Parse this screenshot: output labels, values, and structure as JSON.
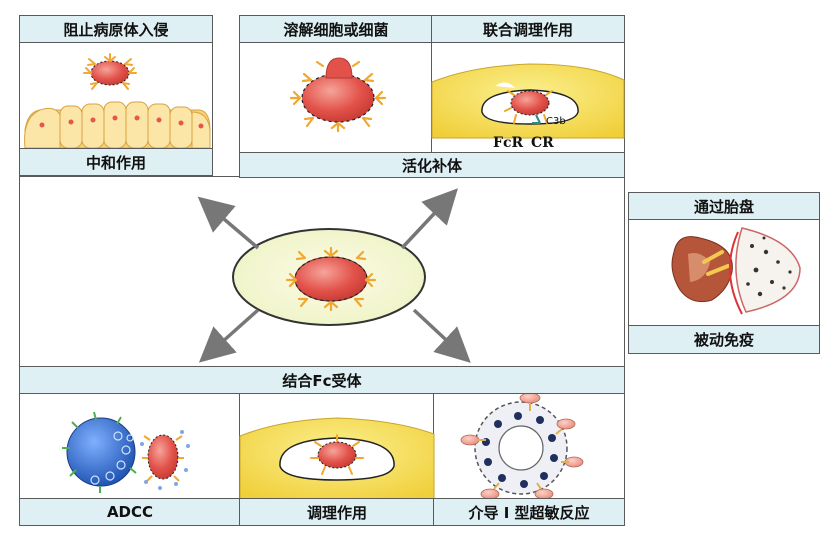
{
  "labels": {
    "block_entry": "阻止病原体入侵",
    "neutralization": "中和作用",
    "lysis": "溶解细胞或细菌",
    "opsonization_complement": "联合调理作用",
    "activate_complement": "活化补体",
    "placenta": "通过胎盘",
    "passive_immunity": "被动免疫",
    "bind_fc_receptor": "结合Fc受体",
    "adcc": "ADCC",
    "opsonization": "调理作用",
    "type1_hypersensitivity": "介导 Ⅰ 型超敏反应",
    "fcr": "FcR",
    "cr": "CR",
    "c3b": "C3b"
  },
  "colors": {
    "panel_border": "#5a5a5a",
    "label_bg": "#dff0f4",
    "cell_red": "#e2524a",
    "antibody": "#f0a830",
    "yellow_cell": "#f6e06a",
    "blue_cell": "#2e6fcf",
    "arrow": "#777777"
  }
}
